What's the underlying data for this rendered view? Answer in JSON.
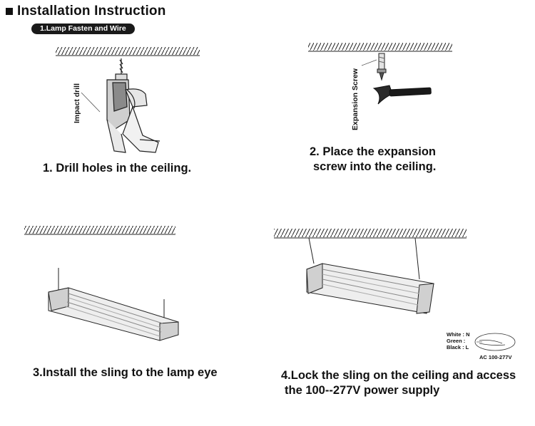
{
  "header": {
    "title": "Installation Instruction",
    "section_label": "1.Lamp Fasten and Wire"
  },
  "steps": [
    {
      "caption": "1. Drill holes in the ceiling.",
      "tool_label": "Impact drill"
    },
    {
      "caption_line1": "2. Place the expansion",
      "caption_line2": "screw into the ceiling.",
      "tool_label": "Expansion Screw"
    },
    {
      "caption": "3.Install the sling to the lamp eye"
    },
    {
      "caption_line1": "4.Lock the sling on the ceiling and access",
      "caption_line2": "the 100--277V power supply"
    }
  ],
  "wiring": {
    "lines": [
      "White  : N",
      "Green  :",
      "Black  : L"
    ],
    "rating": "AC 100-277V"
  },
  "colors": {
    "ink": "#111111",
    "pill_bg": "#1a1a1a",
    "pill_text": "#ffffff"
  }
}
